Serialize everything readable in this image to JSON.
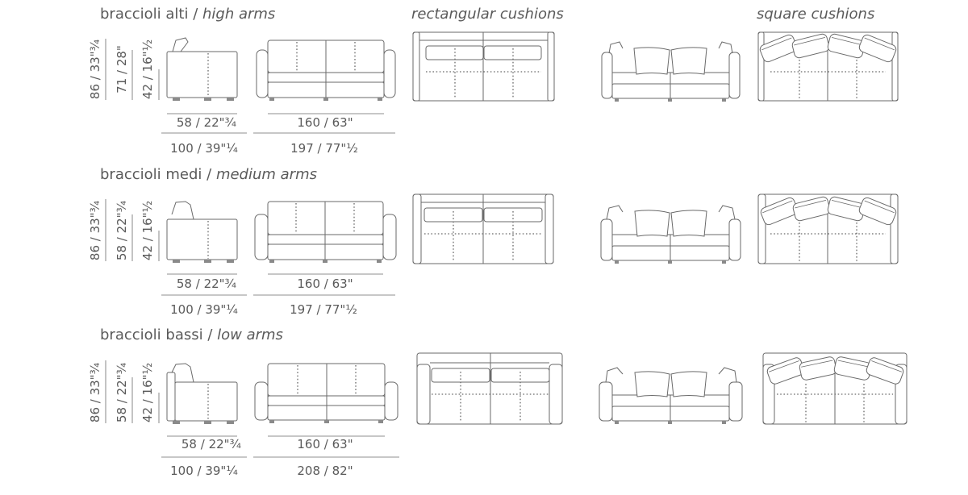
{
  "columns": {
    "rect_label": "rectangular cushions",
    "square_label": "square cushions"
  },
  "rows": [
    {
      "title_it": "braccioli alti",
      "title_sep": " / ",
      "title_en": "high arms",
      "h_total": "86 / 33\"¾",
      "h_arm": "71 / 28\"",
      "h_seat": "42 / 16\"½",
      "depth_seat": "58 / 22\"¾",
      "depth_total": "100 / 39\"¼",
      "width_seat": "160 / 63\"",
      "width_total": "197 / 77\"½"
    },
    {
      "title_it": "braccioli medi",
      "title_sep": " / ",
      "title_en": "medium arms",
      "h_total": "86 / 33\"¾",
      "h_arm": "58 / 22\"¾",
      "h_seat": "42 / 16\"½",
      "depth_seat": "58 / 22\"¾",
      "depth_total": "100 / 39\"¼",
      "width_seat": "160 / 63\"",
      "width_total": "197 / 77\"½"
    },
    {
      "title_it": "braccioli bassi",
      "title_sep": " / ",
      "title_en": "low arms",
      "h_total": "86 / 33\"¾",
      "h_arm": "58 / 22\"¾",
      "h_seat": "42 / 16\"½",
      "depth_seat": "58 / 22\"¾",
      "depth_total": "100 / 39\"¼",
      "width_seat": "160 / 63\"",
      "width_total": "208 / 82\""
    }
  ]
}
